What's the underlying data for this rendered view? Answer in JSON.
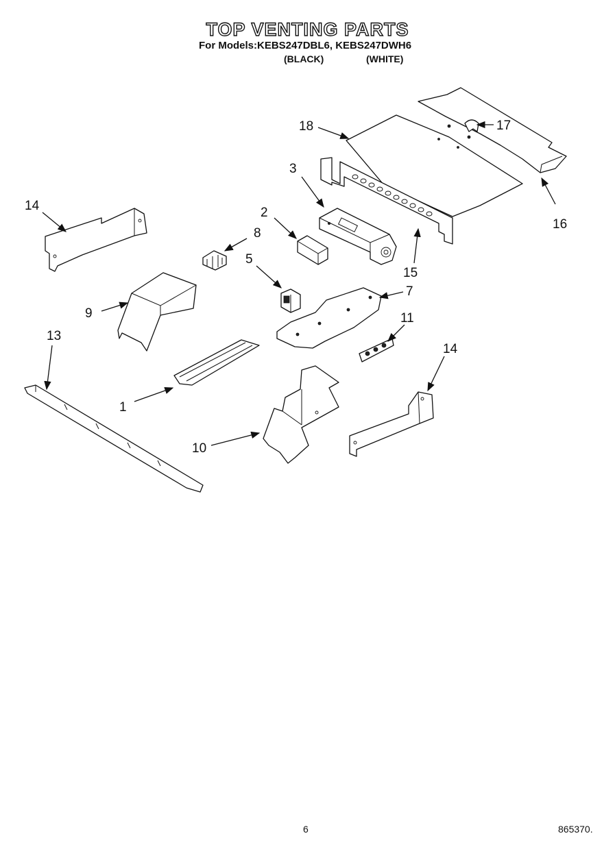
{
  "header": {
    "title": "TOP VENTING PARTS",
    "models_line": "For Models:KEBS247DBL6, KEBS247DWH6",
    "variant_black": "(BLACK)",
    "variant_white": "(WHITE)"
  },
  "footer": {
    "page_number": "6",
    "doc_number": "865370."
  },
  "callouts": {
    "c1": "1",
    "c2": "2",
    "c3": "3",
    "c5": "5",
    "c7": "7",
    "c8": "8",
    "c9": "9",
    "c10": "10",
    "c11": "11",
    "c13": "13",
    "c14_left": "14",
    "c14_right": "14",
    "c15": "15",
    "c16": "16",
    "c17": "17",
    "c18": "18"
  }
}
